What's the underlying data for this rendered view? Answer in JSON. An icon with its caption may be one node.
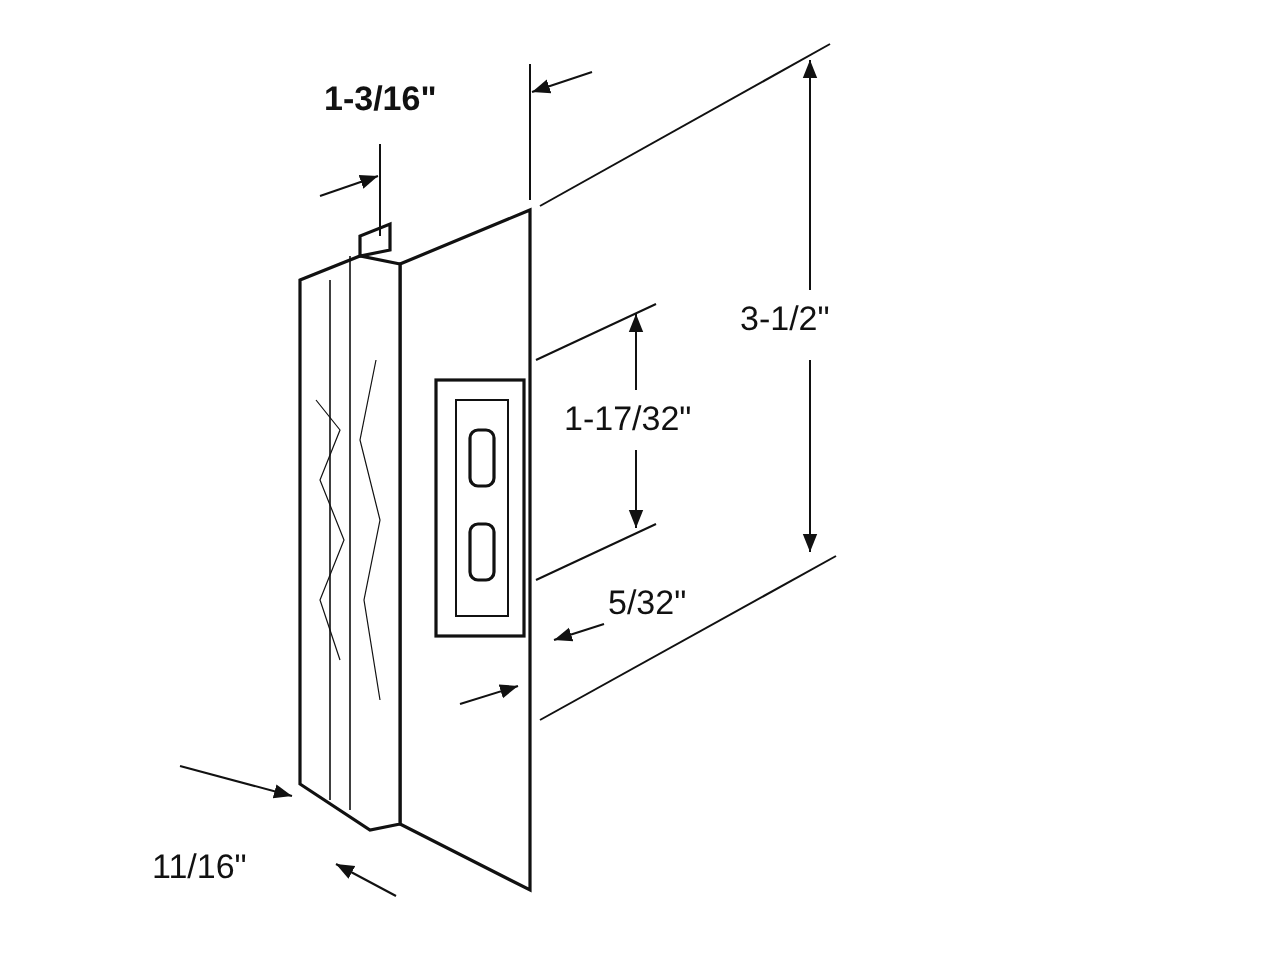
{
  "diagram": {
    "labels": [
      "1-3/16\"",
      "3-1/2\"",
      "1-17/32\"",
      "5/32\"",
      "11/16\""
    ]
  }
}
